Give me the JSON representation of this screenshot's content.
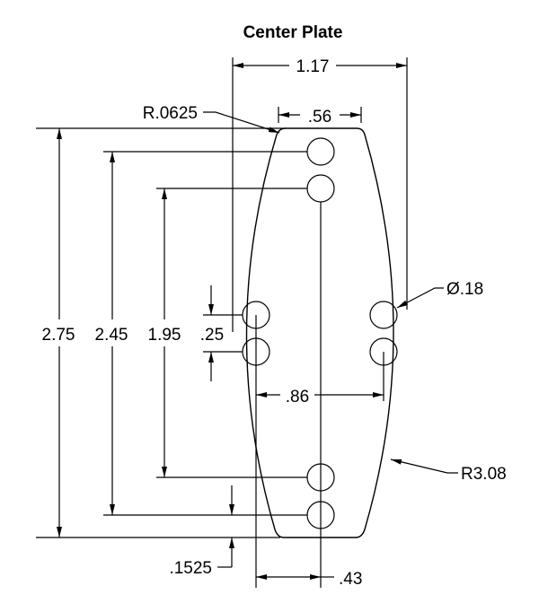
{
  "title": "Center Plate",
  "dimensions": {
    "overall_width": "1.17",
    "top_width": ".56",
    "corner_radius": "R.0625",
    "hole_diameter": "Ø.18",
    "side_radius": "R3.08",
    "overall_height": "2.75",
    "outer_hole_spacing": "2.45",
    "inner_hole_spacing": "1.95",
    "side_hole_spacing": ".25",
    "bottom_hole_offset": ".1525",
    "side_hole_horizontal": ".86",
    "center_offset": ".43"
  }
}
